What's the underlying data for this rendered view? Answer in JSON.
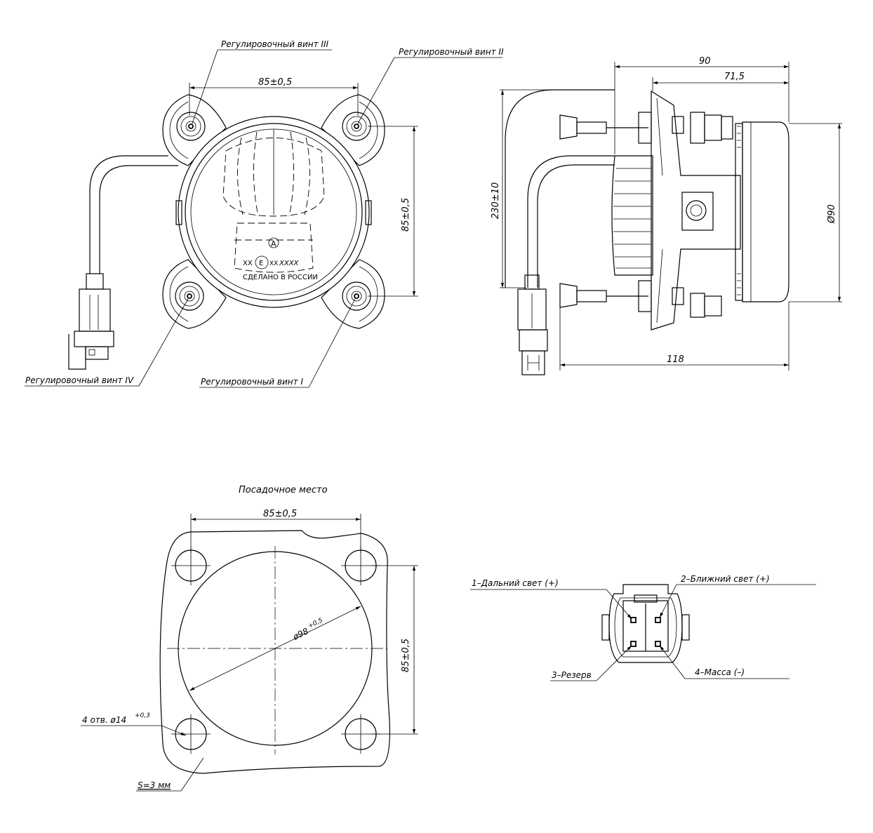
{
  "front_view": {
    "label_screw_3": "Регулировочный винт III",
    "label_screw_2": "Регулировочный винт II",
    "label_screw_4": "Регулировочный винт IV",
    "label_screw_1": "Регулировочный винт I",
    "dim_top": "85±0,5",
    "dim_right": "85±0,5",
    "marking_symbol": "A",
    "marking_left": "XX",
    "marking_e": "E",
    "marking_e_num": "XX",
    "marking_right": "XXXX",
    "marking_made_in": "СДЕЛАНО В РОССИИ"
  },
  "side_view": {
    "dim_90": "90",
    "dim_71_5": "71,5",
    "dim_cable": "230±10",
    "dim_diameter": "Ø90",
    "dim_118": "118"
  },
  "mounting": {
    "title": "Посадочное место",
    "dim_top": "85±0,5",
    "dim_right": "85±0,5",
    "dim_diameter": "ø98",
    "dim_diameter_tol": "+0,5",
    "holes_label": "4 отв. ø14",
    "holes_tol": "+0,3",
    "thickness_label": "S=3 мм"
  },
  "connector": {
    "pin_1": "1–Дальний свет (+)",
    "pin_2": "2–Ближний свет (+)",
    "pin_3": "3–Резерв",
    "pin_4": "4–Масса (–)"
  }
}
